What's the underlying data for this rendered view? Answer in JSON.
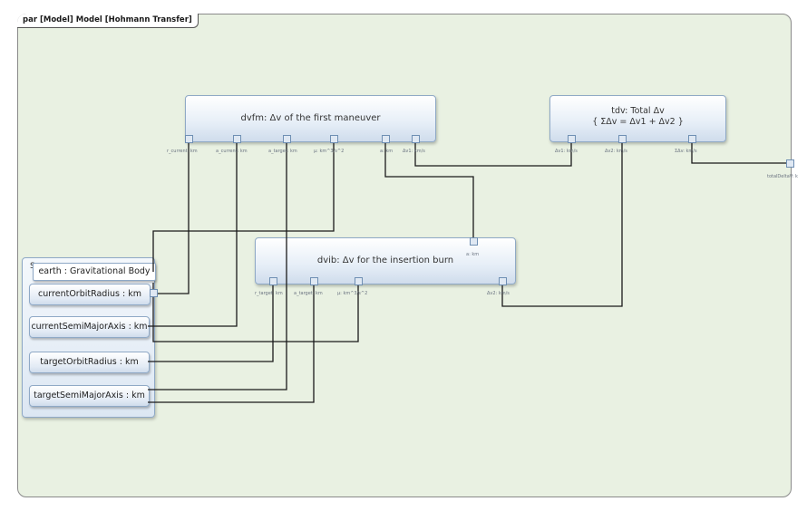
{
  "frame": {
    "title": "par [Model] Model [Hohmann Transfer]"
  },
  "blocks": {
    "dvfm": {
      "title": "dvfm: Δv of the first maneuver",
      "ports": [
        "r_current: km",
        "a_current: km",
        "a_target: km",
        "μ: km^3/s^2",
        "a: km",
        "Δv1: km/s"
      ]
    },
    "tdv": {
      "title_line1": "tdv: Total Δv",
      "title_line2": "{ ΣΔv = Δv1 + Δv2 }",
      "ports": [
        "Δv1: km/s",
        "Δv2: km/s",
        "ΣΔv: km/s"
      ]
    },
    "dvib": {
      "title": "dvib:  Δv for the insertion burn",
      "ports": [
        "r_target: km",
        "a_target: km",
        "μ: km^3/s^2",
        "a: km",
        "Δv2: km/s"
      ]
    }
  },
  "earth": {
    "tab_text": "S",
    "label": "earth : Gravitational Body"
  },
  "properties": {
    "current_orbit_radius": "currentOrbitRadius : km",
    "current_semi_major_axis": "currentSemiMajorAxis : km",
    "target_orbit_radius": "targetOrbitRadius : km",
    "target_semi_major_axis": "targetSemiMajorAxis : km"
  },
  "outputs": {
    "total_delta_v": "totalDeltaV: k"
  }
}
